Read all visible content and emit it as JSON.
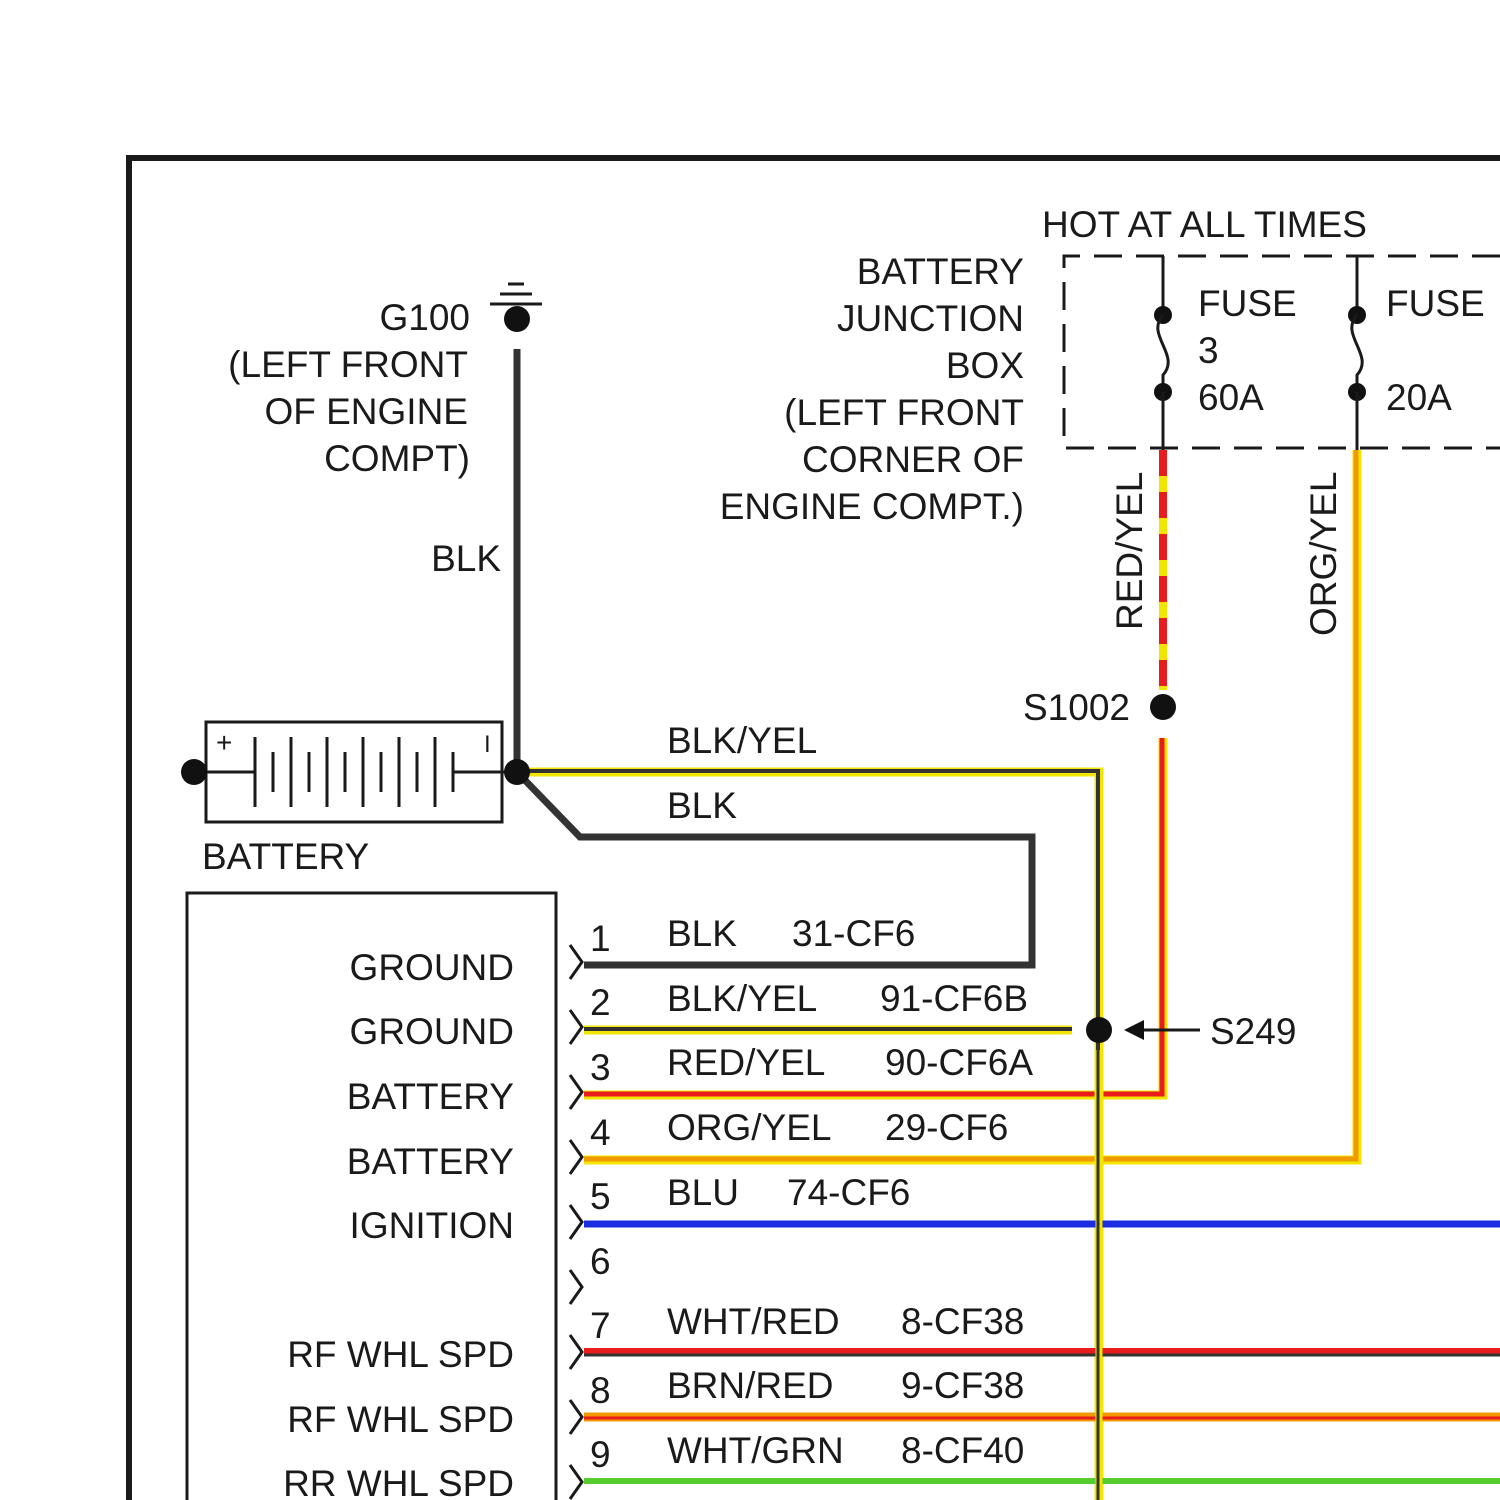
{
  "header": {
    "hot_label": "HOT AT ALL TIMES"
  },
  "ground": {
    "id": "G100",
    "location_lines": [
      "(LEFT FRONT",
      "OF ENGINE",
      "COMPT)"
    ],
    "wire_color": "BLK"
  },
  "junction_box": {
    "lines": [
      "BATTERY",
      "JUNCTION",
      "BOX",
      "(LEFT FRONT",
      "CORNER OF",
      "ENGINE COMPT.)"
    ]
  },
  "fuses": [
    {
      "label": "FUSE",
      "number": "3",
      "rating": "60A",
      "wire": "RED/YEL"
    },
    {
      "label": "FUSE",
      "number": "",
      "rating": "20A",
      "wire": "ORG/YEL"
    }
  ],
  "splices": {
    "s1002": "S1002",
    "s249": "S249"
  },
  "battery": {
    "label": "BATTERY",
    "plus": "+",
    "minus": "I"
  },
  "battery_wires": {
    "upper": "BLK/YEL",
    "lower": "BLK"
  },
  "module": {
    "pins": [
      {
        "num": "1",
        "function": "GROUND",
        "color": "BLK",
        "circuit": "31-CF6"
      },
      {
        "num": "2",
        "function": "GROUND",
        "color": "BLK/YEL",
        "circuit": "91-CF6B"
      },
      {
        "num": "3",
        "function": "BATTERY",
        "color": "RED/YEL",
        "circuit": "90-CF6A"
      },
      {
        "num": "4",
        "function": "BATTERY",
        "color": "ORG/YEL",
        "circuit": "29-CF6"
      },
      {
        "num": "5",
        "function": "IGNITION",
        "color": "BLU",
        "circuit": "74-CF6"
      },
      {
        "num": "6",
        "function": "",
        "color": "",
        "circuit": ""
      },
      {
        "num": "7",
        "function": "RF WHL SPD",
        "color": "WHT/RED",
        "circuit": "8-CF38"
      },
      {
        "num": "8",
        "function": "RF WHL SPD",
        "color": "BRN/RED",
        "circuit": "9-CF38"
      },
      {
        "num": "9",
        "function": "RR WHL SPD",
        "color": "WHT/GRN",
        "circuit": "8-CF40"
      }
    ]
  },
  "colors": {
    "black": "#333333",
    "yellow": "#f2e600",
    "red": "#e81c1c",
    "orange": "#f09a00",
    "blue": "#1a2de0",
    "green": "#56cc2e"
  }
}
